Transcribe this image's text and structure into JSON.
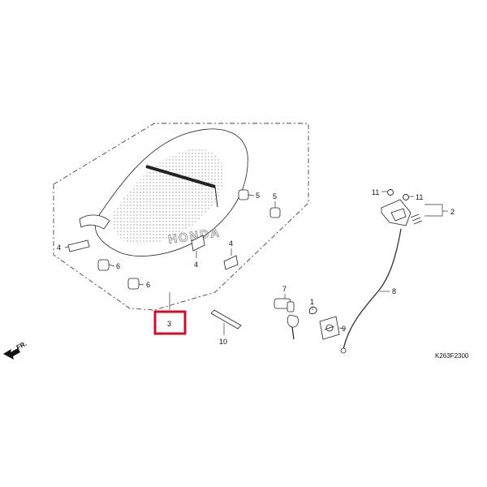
{
  "diagram": {
    "drawing_code": "K263F2300",
    "front_marker": "FR.",
    "highlight_color": "#c8102e",
    "logo_text": "HONDA",
    "callouts": {
      "c1": "1",
      "c2": "2",
      "c3": "3",
      "c4a": "4",
      "c4b": "4",
      "c4c": "4",
      "c5a": "5",
      "c5b": "5",
      "c6a": "6",
      "c6b": "6",
      "c7": "7",
      "c8": "8",
      "c9": "9",
      "c10": "10",
      "c11a": "11",
      "c11b": "11"
    }
  }
}
